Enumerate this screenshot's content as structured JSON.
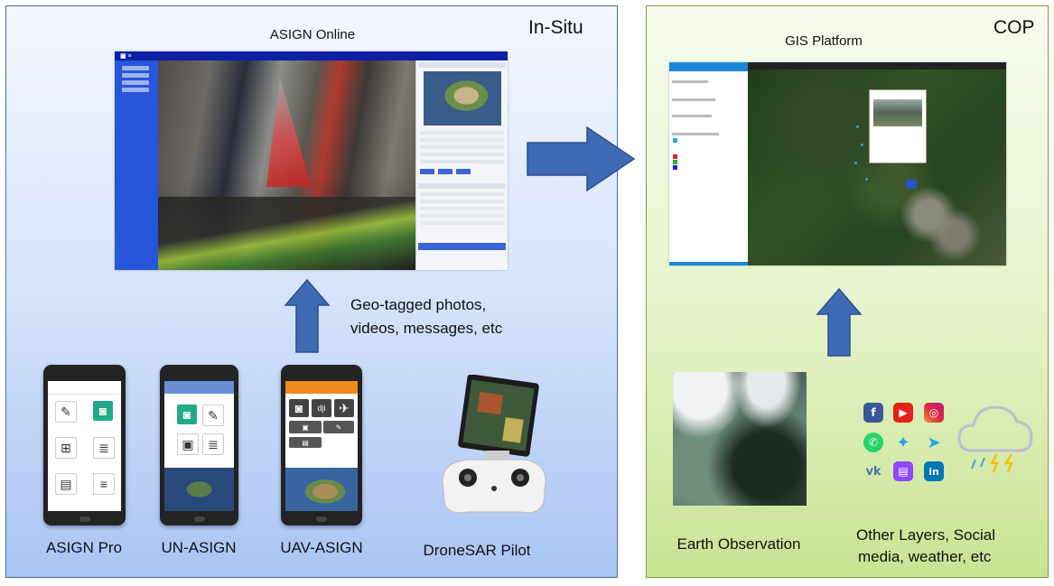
{
  "insitu": {
    "title": "In-Situ"
  },
  "cop": {
    "title": "COP"
  },
  "asign_online": {
    "caption": "ASIGN Online"
  },
  "gis_platform": {
    "caption": "GIS Platform"
  },
  "upload_note": {
    "line1": "Geo-tagged photos,",
    "line2": "videos, messages, etc"
  },
  "devices": [
    {
      "label": "ASIGN Pro"
    },
    {
      "label": "UN-ASIGN"
    },
    {
      "label": "UAV-ASIGN"
    },
    {
      "label": "DroneSAR Pilot"
    }
  ],
  "earth_observation": {
    "label": "Earth Observation"
  },
  "other_layers": {
    "line1": "Other Layers, Social",
    "line2": "media, weather, etc"
  },
  "colors": {
    "arrow_fill": "#3f6bb5",
    "arrow_stroke": "#2a4f8f",
    "insitu_border": "#4a6fa5",
    "cop_border": "#7ba33a"
  },
  "icons": [
    "facebook-icon",
    "youtube-icon",
    "instagram-icon",
    "whatsapp-icon",
    "twitter-icon",
    "telegram-icon",
    "vk-icon",
    "twitch-icon",
    "linkedin-icon",
    "storm-cloud-icon"
  ]
}
